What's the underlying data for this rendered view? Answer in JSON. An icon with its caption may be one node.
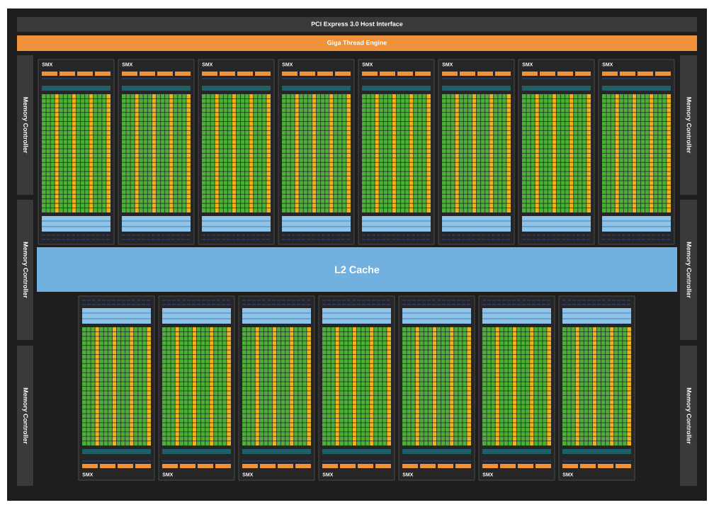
{
  "diagram": {
    "nodes": [
      {
        "text": [
          "PCI Express 3.0 Host Interface"
        ]
      },
      {
        "text": [
          "Giga Thread Engine"
        ]
      },
      {
        "text": [
          "Memory Controller"
        ]
      },
      {
        "text": [
          "Memory Controller"
        ]
      },
      {
        "text": [
          "Memory Controller"
        ]
      },
      {
        "text": [
          "Memory Controller"
        ]
      },
      {
        "text": [
          "Memory Controller"
        ]
      },
      {
        "text": [
          "Memory Controller"
        ]
      },
      {
        "text": [
          "SMX"
        ]
      },
      {
        "text": [
          "SMX"
        ]
      },
      {
        "text": [
          "SMX"
        ]
      },
      {
        "text": [
          "SMX"
        ]
      },
      {
        "text": [
          "SMX"
        ]
      },
      {
        "text": [
          "SMX"
        ]
      },
      {
        "text": [
          "SMX"
        ]
      },
      {
        "text": [
          "SMX"
        ]
      },
      {
        "text": [
          "L2 Cache"
        ]
      },
      {
        "text": [
          "SMX"
        ]
      },
      {
        "text": [
          "SMX"
        ]
      },
      {
        "text": [
          "SMX"
        ]
      },
      {
        "text": [
          "SMX"
        ]
      },
      {
        "text": [
          "SMX"
        ]
      },
      {
        "text": [
          "SMX"
        ]
      },
      {
        "text": [
          "SMX"
        ]
      }
    ]
  }
}
